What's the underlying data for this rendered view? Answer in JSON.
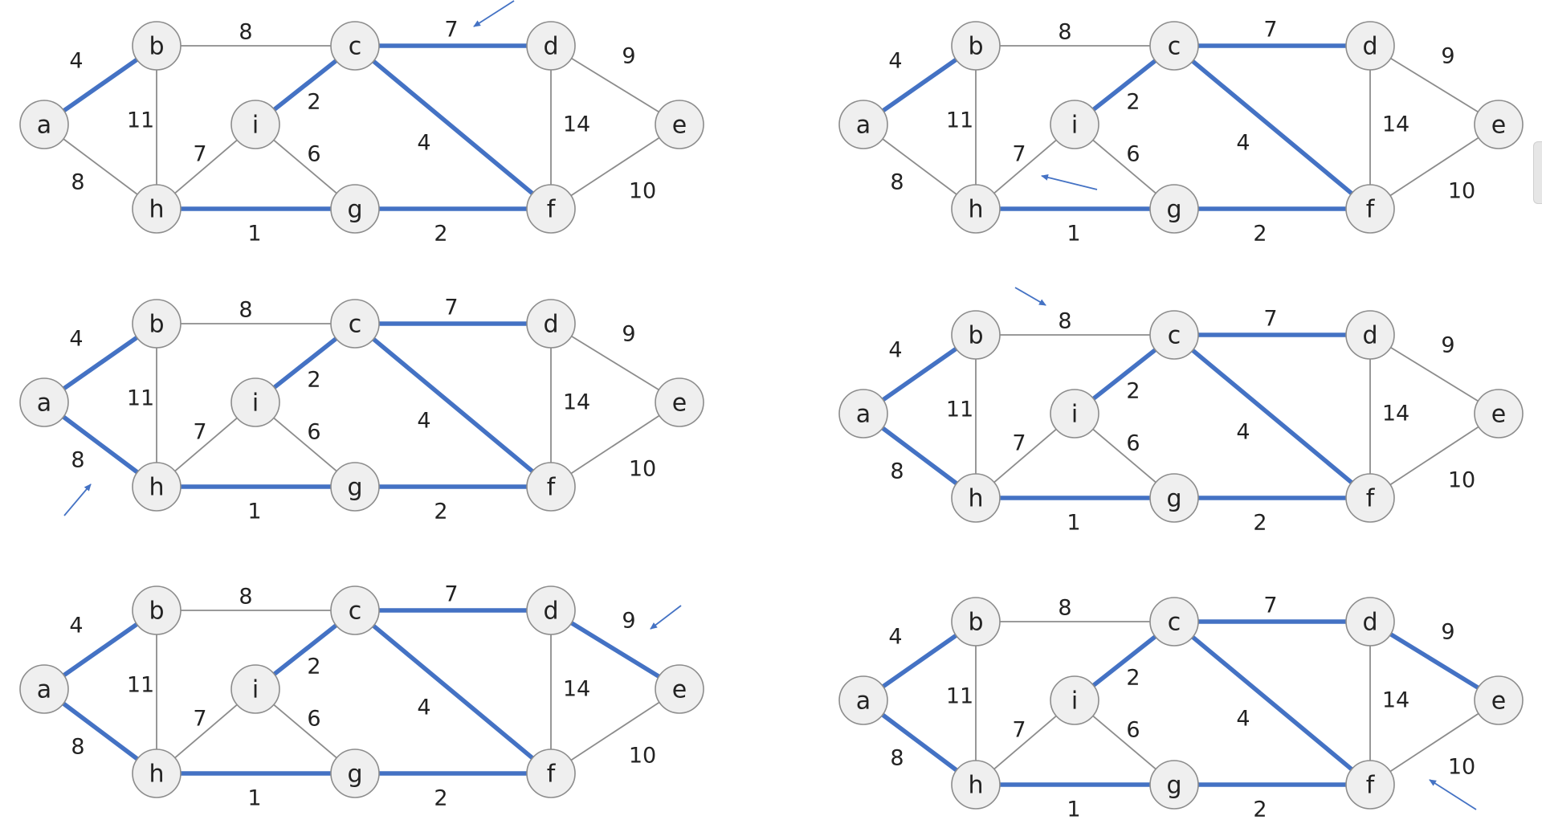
{
  "nodes": [
    "a",
    "b",
    "c",
    "d",
    "e",
    "f",
    "g",
    "h",
    "i"
  ],
  "edges": [
    {
      "u": "a",
      "v": "b",
      "w": "4"
    },
    {
      "u": "a",
      "v": "h",
      "w": "8"
    },
    {
      "u": "b",
      "v": "c",
      "w": "8"
    },
    {
      "u": "b",
      "v": "h",
      "w": "11"
    },
    {
      "u": "c",
      "v": "d",
      "w": "7"
    },
    {
      "u": "c",
      "v": "f",
      "w": "4"
    },
    {
      "u": "c",
      "v": "i",
      "w": "2"
    },
    {
      "u": "d",
      "v": "e",
      "w": "9"
    },
    {
      "u": "d",
      "v": "f",
      "w": "14"
    },
    {
      "u": "e",
      "v": "f",
      "w": "10"
    },
    {
      "u": "f",
      "v": "g",
      "w": "2"
    },
    {
      "u": "g",
      "v": "h",
      "w": "1"
    },
    {
      "u": "g",
      "v": "i",
      "w": "6"
    },
    {
      "u": "h",
      "v": "i",
      "w": "7"
    }
  ],
  "panels": [
    {
      "id": "step-1",
      "highlighted": [
        "a-b",
        "c-d",
        "c-f",
        "c-i",
        "f-g",
        "g-h"
      ],
      "pointed_edge": "c-d"
    },
    {
      "id": "step-2",
      "highlighted": [
        "a-b",
        "c-d",
        "c-f",
        "c-i",
        "f-g",
        "g-h"
      ],
      "pointed_edge": "h-i"
    },
    {
      "id": "step-3",
      "highlighted": [
        "a-b",
        "a-h",
        "c-d",
        "c-f",
        "c-i",
        "f-g",
        "g-h"
      ],
      "pointed_edge": "a-h"
    },
    {
      "id": "step-4",
      "highlighted": [
        "a-b",
        "a-h",
        "c-d",
        "c-f",
        "c-i",
        "f-g",
        "g-h"
      ],
      "pointed_edge": "b-c"
    },
    {
      "id": "step-5",
      "highlighted": [
        "a-b",
        "a-h",
        "c-d",
        "c-f",
        "c-i",
        "d-e",
        "f-g",
        "g-h"
      ],
      "pointed_edge": "d-e"
    },
    {
      "id": "step-6",
      "highlighted": [
        "a-b",
        "a-h",
        "c-d",
        "c-f",
        "c-i",
        "d-e",
        "f-g",
        "g-h"
      ],
      "pointed_edge": "e-f"
    }
  ],
  "colors": {
    "highlight": "#4472c4",
    "edge": "#8c8c8c",
    "node_fill": "#efefef",
    "node_stroke": "#8c8c8c",
    "text": "#222222"
  }
}
